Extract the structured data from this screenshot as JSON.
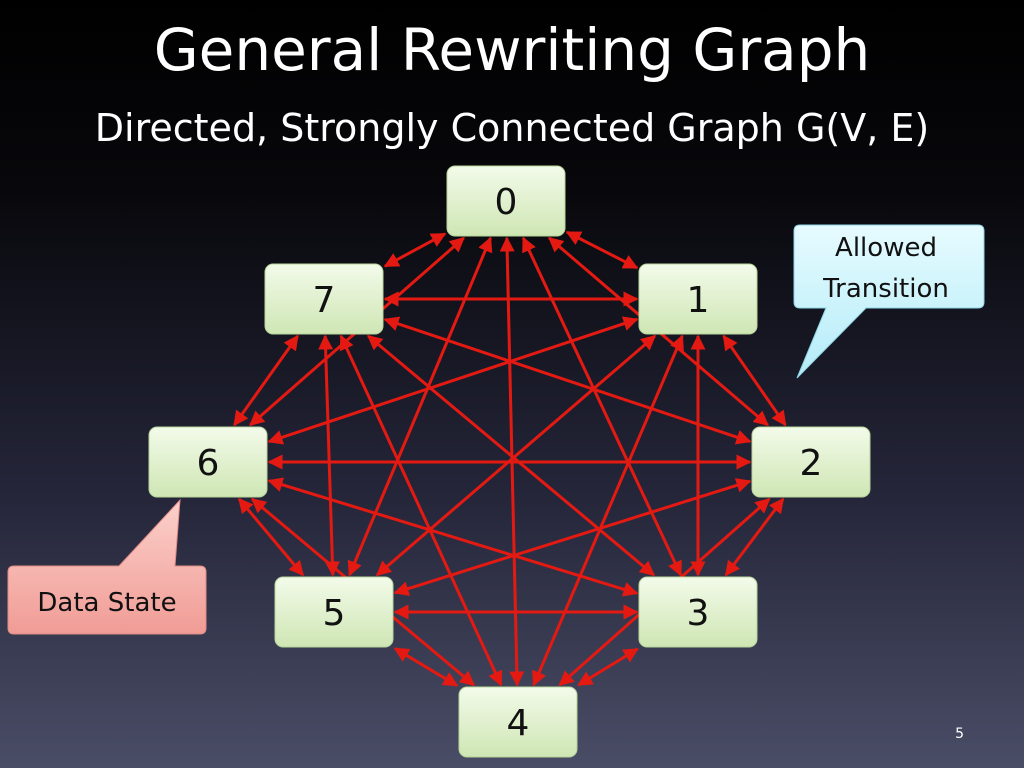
{
  "slide": {
    "title": "General Rewriting Graph",
    "subtitle": "Directed, Strongly Connected Graph G(V, E)",
    "page_number": "5"
  },
  "graph": {
    "nodes": [
      {
        "id": "0",
        "label": "0"
      },
      {
        "id": "1",
        "label": "1"
      },
      {
        "id": "2",
        "label": "2"
      },
      {
        "id": "3",
        "label": "3"
      },
      {
        "id": "4",
        "label": "4"
      },
      {
        "id": "5",
        "label": "5"
      },
      {
        "id": "6",
        "label": "6"
      },
      {
        "id": "7",
        "label": "7"
      }
    ],
    "edges": "all pairs, bidirectional",
    "edge_color": "#e41a12",
    "node_fill": "#e3f2cf"
  },
  "callouts": {
    "allowed_transition": {
      "line1": "Allowed",
      "line2": "Transition",
      "color": "#c6f2fb"
    },
    "data_state": {
      "text": "Data State",
      "color": "#f7b3ad"
    }
  }
}
